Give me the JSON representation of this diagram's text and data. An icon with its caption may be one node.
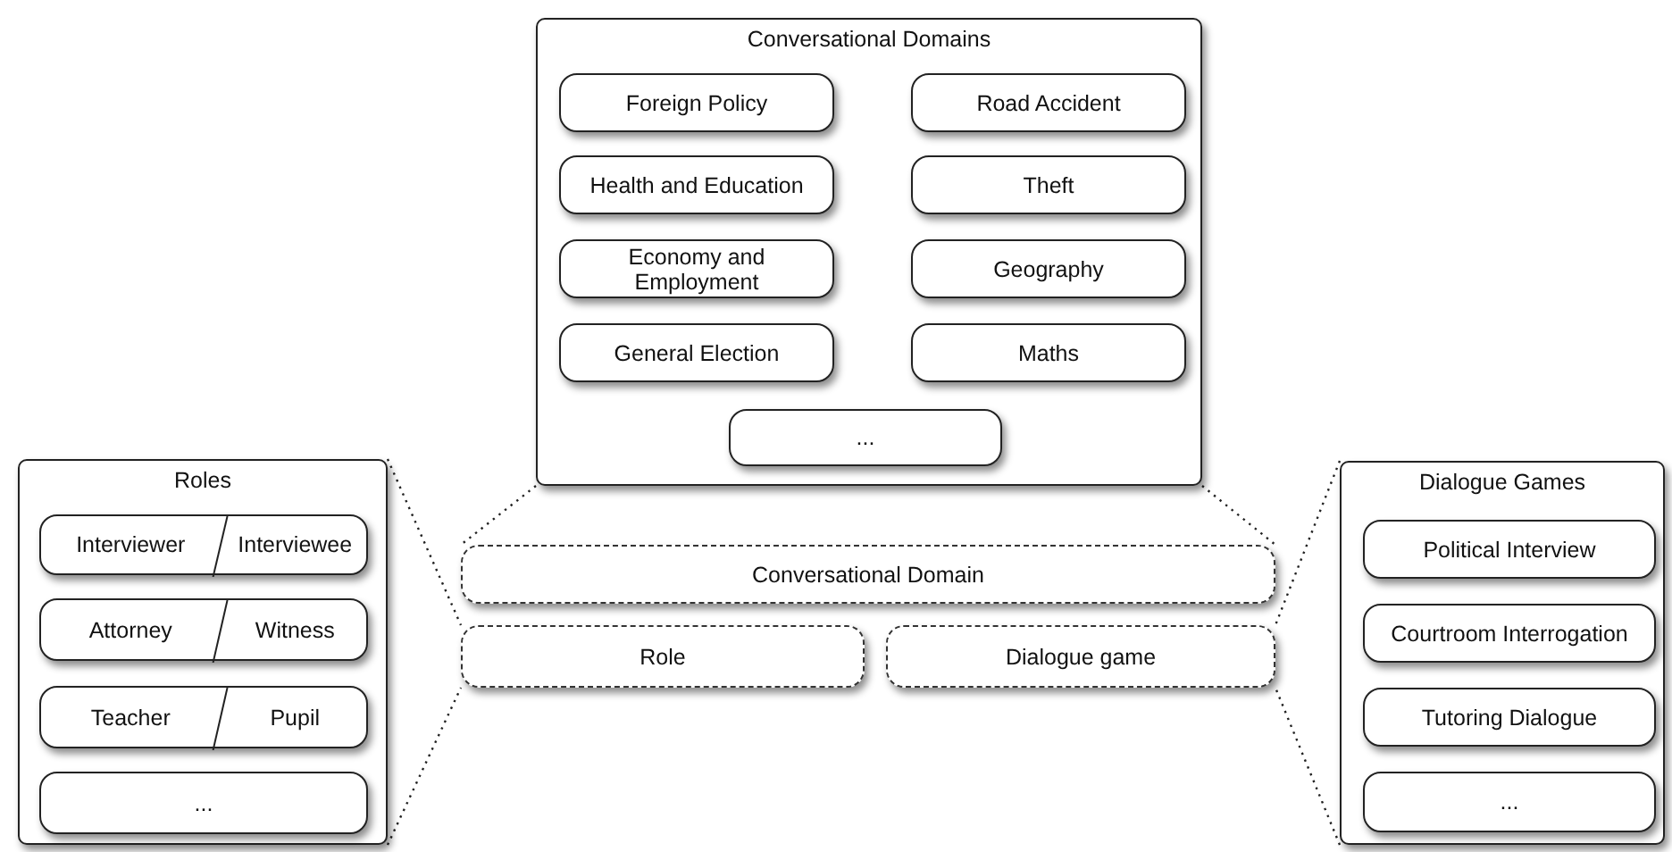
{
  "diagram": {
    "nodes": [
      {
        "text": [
          "Conversational Domains"
        ]
      },
      {
        "text": [
          "Foreign Policy"
        ],
        "in": 0
      },
      {
        "text": [
          "Road Accident"
        ],
        "in": 0
      },
      {
        "text": [
          "Health and Education"
        ],
        "in": 0
      },
      {
        "text": [
          "Theft"
        ],
        "in": 0
      },
      {
        "text": [
          "Economy and Employment"
        ],
        "in": 0
      },
      {
        "text": [
          "Geography"
        ],
        "in": 0
      },
      {
        "text": [
          "General Election"
        ],
        "in": 0
      },
      {
        "text": [
          "Maths"
        ],
        "in": 0
      },
      {
        "text": [
          "..."
        ],
        "in": 0
      },
      {
        "text": [
          "Roles"
        ]
      },
      {
        "text": [
          "Interviewer",
          "Interviewee"
        ],
        "in": 10
      },
      {
        "text": [
          "Attorney",
          "Witness"
        ],
        "in": 10
      },
      {
        "text": [
          "Teacher",
          "Pupil"
        ],
        "in": 10
      },
      {
        "text": [
          "..."
        ],
        "in": 10
      },
      {
        "text": [
          "Conversational Domain"
        ]
      },
      {
        "text": [
          "Role"
        ]
      },
      {
        "text": [
          "Dialogue game"
        ]
      },
      {
        "text": [
          "Dialogue Games"
        ]
      },
      {
        "text": [
          "Political Interview"
        ],
        "in": 18
      },
      {
        "text": [
          "Courtroom Interrogation"
        ],
        "in": 18
      },
      {
        "text": [
          "Tutoring Dialogue"
        ],
        "in": 18
      },
      {
        "text": [
          "..."
        ],
        "in": 18
      }
    ],
    "edges": [
      {
        "from": 0,
        "to": 15,
        "arrow": "none",
        "style": "dashed"
      },
      {
        "from": 0,
        "to": 15,
        "arrow": "none",
        "style": "dashed"
      },
      {
        "from": 10,
        "to": 16,
        "arrow": "none",
        "style": "dashed"
      },
      {
        "from": 10,
        "to": 16,
        "arrow": "none",
        "style": "dashed"
      },
      {
        "from": 18,
        "to": 17,
        "arrow": "none",
        "style": "dashed"
      },
      {
        "from": 18,
        "to": 17,
        "arrow": "none",
        "style": "dashed"
      }
    ]
  }
}
